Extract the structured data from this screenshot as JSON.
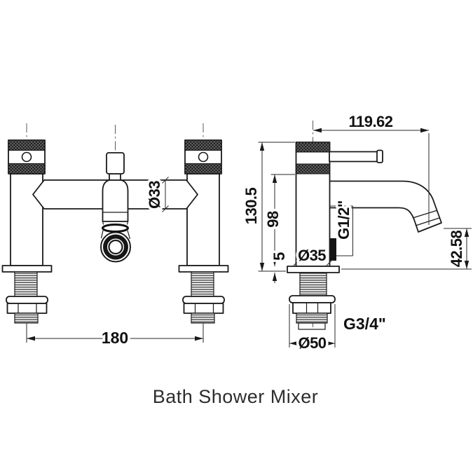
{
  "caption": "Bath Shower Mixer",
  "views": {
    "front": {
      "dim_centres": "180",
      "dim_body_diameter": "Ø33"
    },
    "side": {
      "dim_spout_reach": "119.62",
      "dim_overall_height": "130.5",
      "dim_body_height": "98",
      "dim_flange_height": "5",
      "dim_body_diameter": "Ø35",
      "dim_shower_outlet_thread": "G1/2\"",
      "dim_spout_drop": "42.58",
      "dim_inlet_thread": "G3/4\"",
      "dim_flange_diameter": "Ø50"
    }
  },
  "colors": {
    "line": "#1a1a1a",
    "text": "#111111",
    "background": "#ffffff"
  }
}
